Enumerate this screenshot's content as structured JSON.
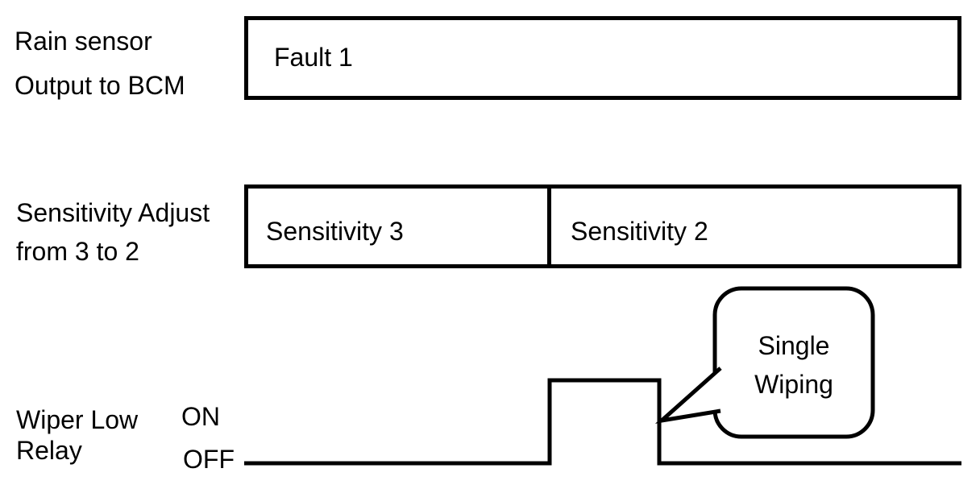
{
  "colors": {
    "ink": "#000000",
    "background": "#ffffff"
  },
  "rows": {
    "rain_sensor": {
      "label_line1": "Rain sensor",
      "label_line2": "Output to BCM",
      "signal_state": "Fault 1"
    },
    "sensitivity": {
      "label_line1": "Sensitivity Adjust",
      "label_line2": "from 3 to 2",
      "segment1": "Sensitivity 3",
      "segment2": "Sensitivity 2"
    },
    "wiper_relay": {
      "label_line1": "Wiper Low",
      "label_line2": "Relay",
      "level_on": "ON",
      "level_off": "OFF",
      "callout_line1": "Single",
      "callout_line2": "Wiping"
    }
  }
}
